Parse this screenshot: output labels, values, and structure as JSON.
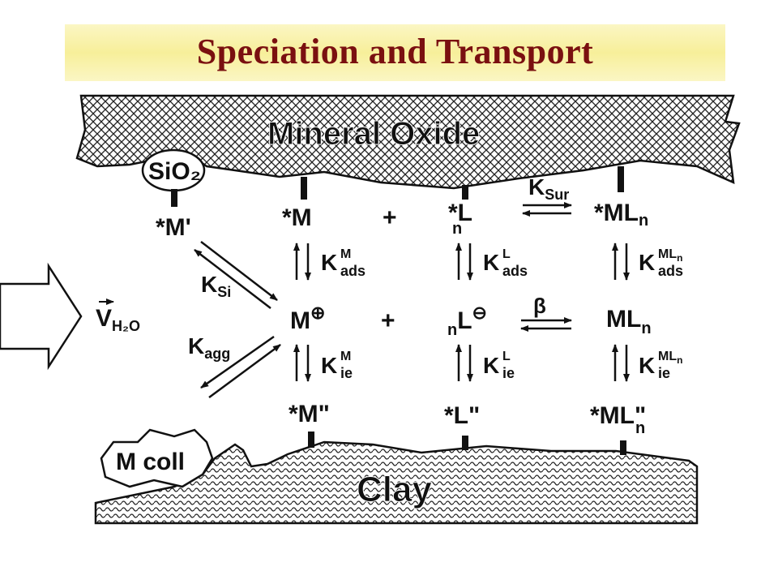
{
  "title": "Speciation and Transport",
  "regions": {
    "top": "Mineral Oxide",
    "bottom": "Clay",
    "sio2": "SiO₂",
    "coll": "M coll"
  },
  "flow": {
    "base": "V",
    "sub": "H₂O"
  },
  "species": {
    "m_prime": "*M'",
    "m_surf": "*M",
    "m_ion": "M",
    "m_ion_charge": "⊕",
    "m_clay": "*M\"",
    "l_prefix": "n",
    "l_surf": "*L",
    "l_ion": "L",
    "l_ion_charge": "⊖",
    "l_clay": "*L\"",
    "ml_surf": "*ML",
    "ml": "ML",
    "ml_clay": "*ML\"",
    "n": "n"
  },
  "plus": "+",
  "constants": {
    "k": "K",
    "ksi_sub": "Si",
    "kagg_sub": "agg",
    "ksur_sub": "Sur",
    "ads": "ads",
    "ie": "ie",
    "sup_m": "M",
    "sup_l": "L",
    "sup_ml": "ML",
    "sup_n": "n",
    "beta": "β"
  },
  "colors": {
    "title": "#7a1010",
    "title_band": "#f7ef9a",
    "ink": "#111111"
  }
}
